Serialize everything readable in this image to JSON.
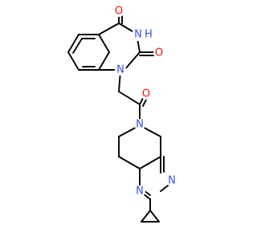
{
  "molecule": {
    "colors": {
      "bond": "#000000",
      "O": "#FF0D0D",
      "N": "#3050F8",
      "background": "#FFFFFF"
    },
    "atoms": {
      "O1": {
        "symbol": "O",
        "label": "O"
      },
      "N3": {
        "symbol": "N",
        "label": "N",
        "hydrogen": "H"
      },
      "O2": {
        "symbol": "O",
        "label": "O"
      },
      "N1": {
        "symbol": "N",
        "label": "N"
      },
      "O3": {
        "symbol": "O",
        "label": "O"
      },
      "N6": {
        "symbol": "N",
        "label": "N"
      },
      "Npm3": {
        "symbol": "N",
        "label": "N"
      },
      "Npm1": {
        "symbol": "N",
        "label": "N"
      }
    }
  }
}
